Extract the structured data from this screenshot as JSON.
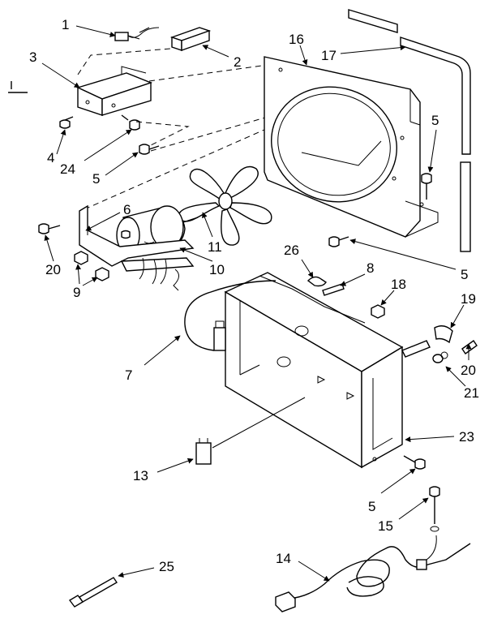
{
  "diagram": {
    "callouts": [
      {
        "id": "c1",
        "label": "1"
      },
      {
        "id": "c2",
        "label": "2"
      },
      {
        "id": "c3",
        "label": "3"
      },
      {
        "id": "c4",
        "label": "4"
      },
      {
        "id": "c24",
        "label": "24"
      },
      {
        "id": "c5a",
        "label": "5"
      },
      {
        "id": "c16",
        "label": "16"
      },
      {
        "id": "c17",
        "label": "17"
      },
      {
        "id": "c5b",
        "label": "5"
      },
      {
        "id": "c6",
        "label": "6"
      },
      {
        "id": "c11",
        "label": "11"
      },
      {
        "id": "c20a",
        "label": "20"
      },
      {
        "id": "c9",
        "label": "9"
      },
      {
        "id": "c10",
        "label": "10"
      },
      {
        "id": "c5c",
        "label": "5"
      },
      {
        "id": "c26",
        "label": "26"
      },
      {
        "id": "c8",
        "label": "8"
      },
      {
        "id": "c18",
        "label": "18"
      },
      {
        "id": "c19",
        "label": "19"
      },
      {
        "id": "c7",
        "label": "7"
      },
      {
        "id": "c20b",
        "label": "20"
      },
      {
        "id": "c21",
        "label": "21"
      },
      {
        "id": "c23",
        "label": "23"
      },
      {
        "id": "c13",
        "label": "13"
      },
      {
        "id": "c5d",
        "label": "5"
      },
      {
        "id": "c15",
        "label": "15"
      },
      {
        "id": "c14",
        "label": "14"
      },
      {
        "id": "c25",
        "label": "25"
      }
    ]
  }
}
